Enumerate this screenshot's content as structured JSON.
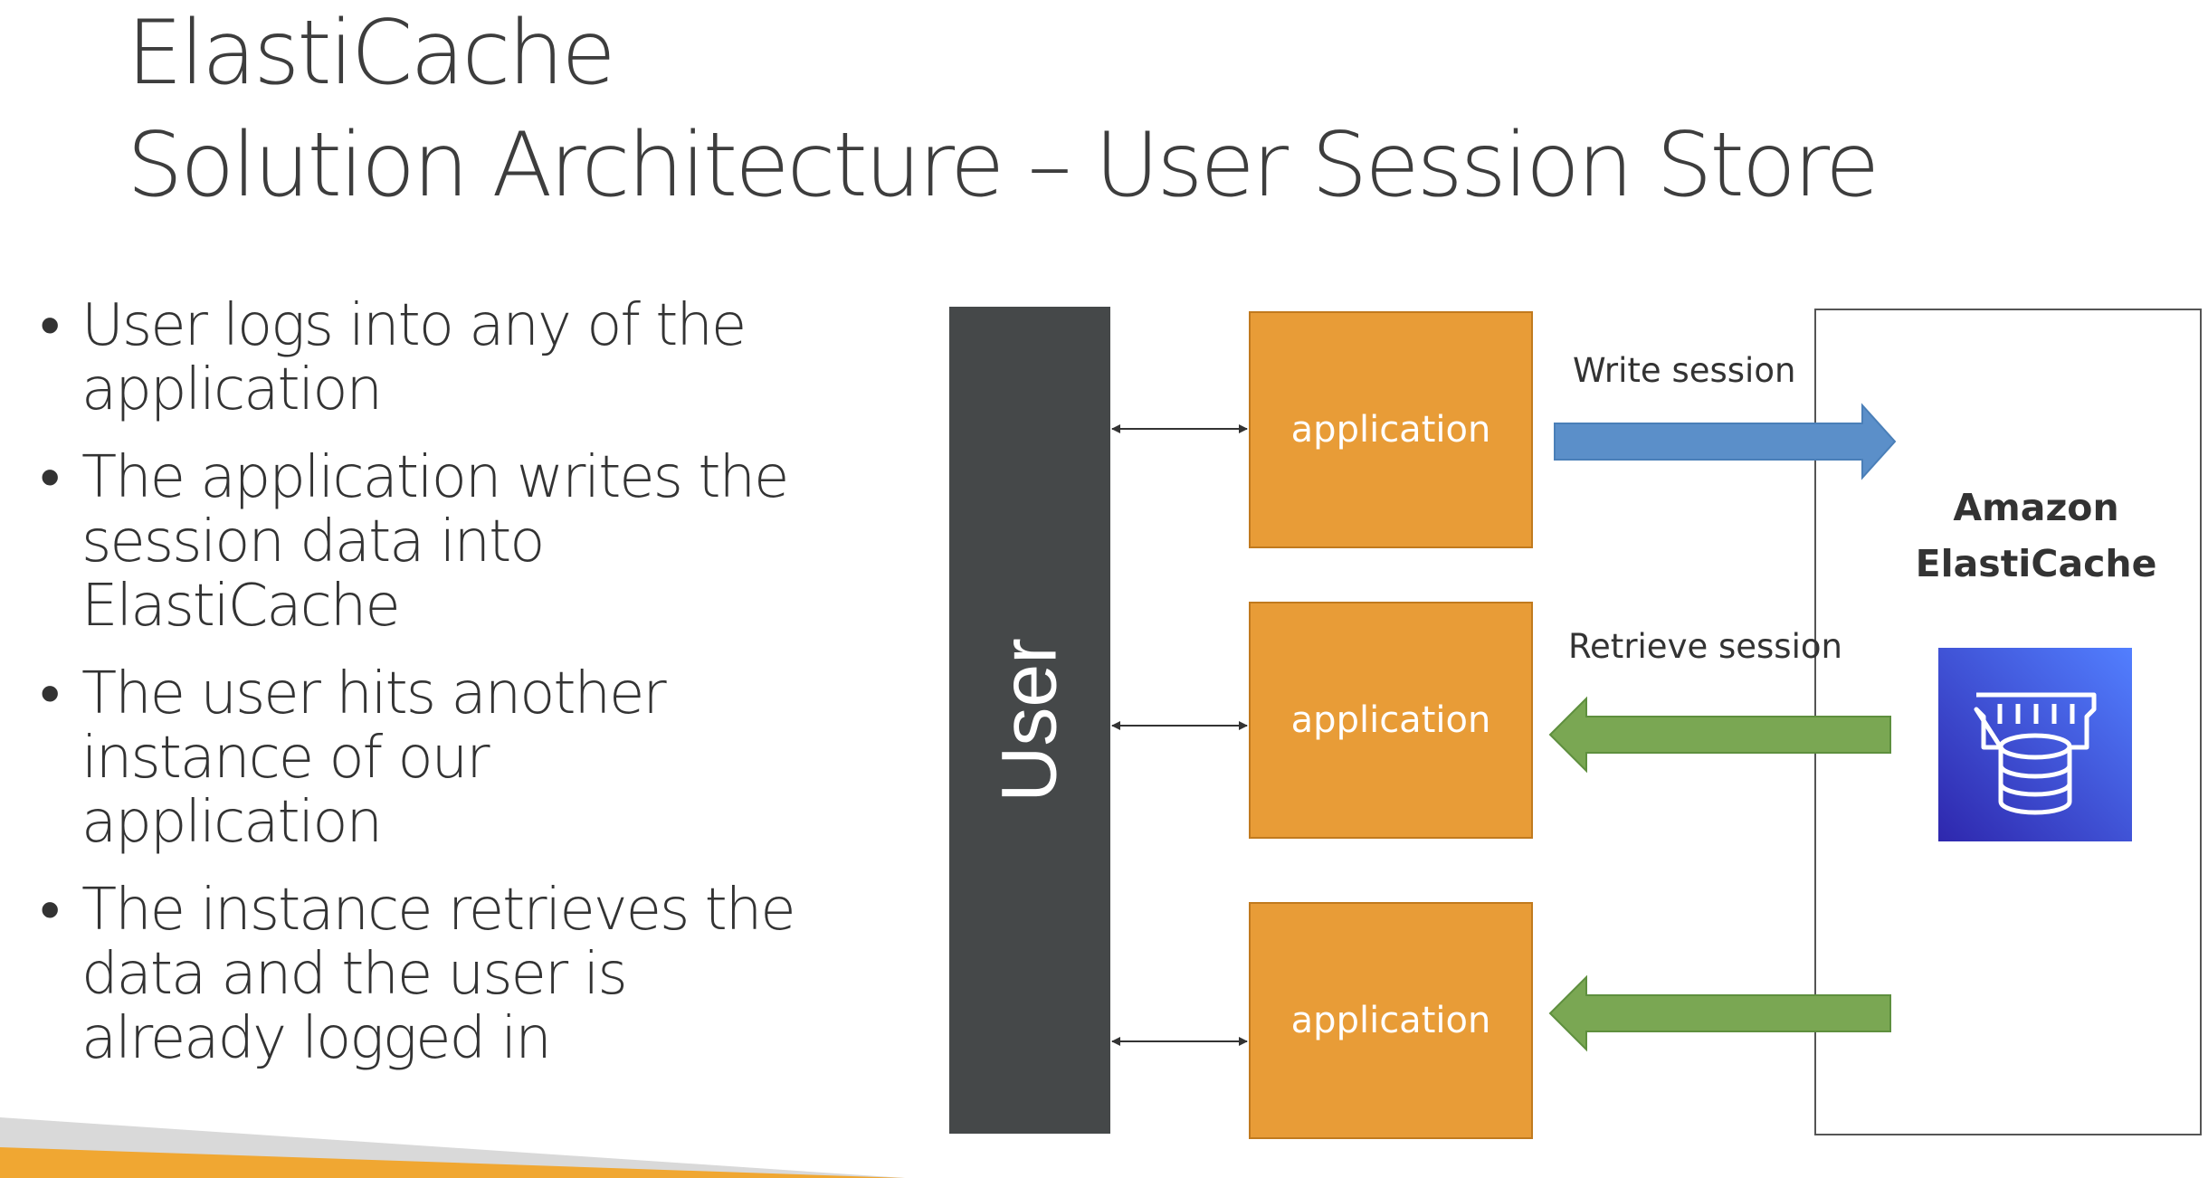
{
  "slide": {
    "title_line1": "ElastiCache",
    "title_line2": "Solution Architecture – User Session Store"
  },
  "bullets": [
    "User logs into any of the application",
    "The application writes the session data into ElastiCache",
    "The user hits another instance of our application",
    "The instance retrieves the data and the user is already logged in"
  ],
  "diagram": {
    "user_label": "User",
    "app_labels": [
      "application",
      "application",
      "application"
    ],
    "write_label": "Write session",
    "retrieve_label": "Retrieve session",
    "cache_name_line1": "Amazon",
    "cache_name_line2": "ElastiCache",
    "cache_icon": "elasticache-icon",
    "colors": {
      "user_bar": "#454849",
      "app_box": "#e89c37",
      "write_arrow": "#5b8fc9",
      "retrieve_arrow": "#7aa753",
      "footer": "#f0a732"
    }
  }
}
